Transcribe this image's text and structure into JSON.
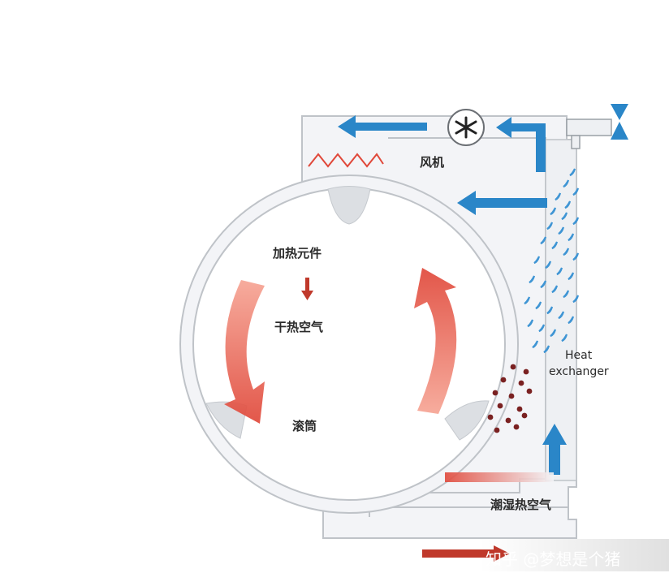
{
  "labels": {
    "fan": "风机",
    "heating_element": "加热元件",
    "dry_hot_air": "干热空气",
    "drum": "滚筒",
    "heat_exchanger_line1": "Heat",
    "heat_exchanger_line2": "exchanger",
    "humid_hot_air": "潮湿热空气"
  },
  "watermark": "知乎 @梦想是个猪",
  "colors": {
    "duct_fill": "#f3f4f7",
    "duct_outline": "#bfc3c8",
    "blue_arrow": "#2a86c8",
    "red_arrow": "#e0483a",
    "red_arrow_light": "#f6b3a6",
    "water_drop": "#3f95d4",
    "lint_particle": "#7a2121",
    "heater_zigzag": "#e0483a"
  },
  "icons": [
    "fan-icon",
    "valve-icon",
    "heater-zigzag-icon"
  ]
}
